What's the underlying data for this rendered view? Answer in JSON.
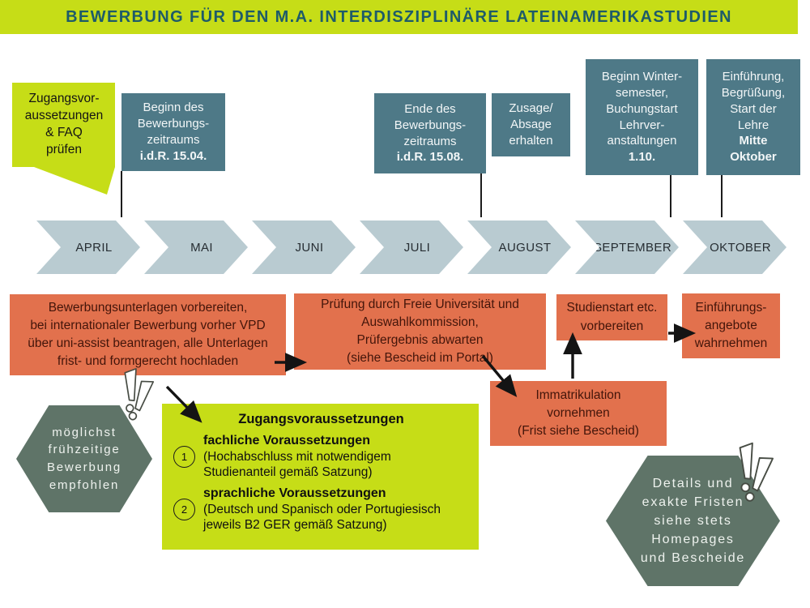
{
  "title": "BEWERBUNG FÜR DEN M.A. INTERDISZIPLINÄRE LATEINAMERIKASTUDIEN",
  "colors": {
    "chartreuse": "#c6dd17",
    "petrol": "#1e5b69",
    "teal": "#4e7987",
    "orange": "#e2714d",
    "orangetext": "#43150a",
    "chev": "#b9cbd1",
    "hexgreen": "#5f7468"
  },
  "speech_bubble": {
    "lines": [
      "Zugangsvor-",
      "aussetzungen",
      "& FAQ",
      "prüfen"
    ]
  },
  "milestones": [
    {
      "lines": [
        "Beginn des",
        "Bewerbungs-",
        "zeitraums"
      ],
      "bold_lines": [
        "i.d.R. 15.04."
      ]
    },
    {
      "lines": [
        "Ende des",
        "Bewerbungs-",
        "zeitraums"
      ],
      "bold_lines": [
        "i.d.R. 15.08."
      ]
    },
    {
      "lines": [
        "Zusage/",
        "Absage",
        "erhalten"
      ],
      "bold_lines": []
    },
    {
      "lines": [
        "Beginn Winter-",
        "semester,",
        "Buchungstart",
        "Lehrver-",
        "anstaltungen"
      ],
      "bold_lines": [
        "1.10."
      ]
    },
    {
      "lines": [
        "Einführung,",
        "Begrüßung,",
        "Start der",
        "Lehre"
      ],
      "bold_lines": [
        "Mitte",
        "Oktober"
      ]
    }
  ],
  "timeline": {
    "months": [
      "APRIL",
      "MAI",
      "JUNI",
      "JULI",
      "AUGUST",
      "SEPTEMBER",
      "OKTOBER"
    ]
  },
  "process": {
    "prepare": {
      "lines": [
        "Bewerbungsunterlagen vorbereiten,",
        "bei internationaler Bewerbung vorher VPD",
        "über uni-assist beantragen, alle Unterlagen",
        "frist- und formgerecht hochladen"
      ]
    },
    "review": {
      "lines": [
        "Prüfung durch Freie Universität und",
        "Auswahlkommission,",
        "Prüfergebnis abwarten",
        "(siehe Bescheid im Portal)"
      ]
    },
    "enroll": {
      "lines": [
        "Immatrikulation",
        "vornehmen",
        "(Frist siehe Bescheid)"
      ]
    },
    "prepare_start": {
      "lines": [
        "Studienstart etc.",
        "vorbereiten"
      ]
    },
    "orientation": {
      "lines": [
        "Einführungs-",
        "angebote",
        "wahrnehmen"
      ]
    }
  },
  "requirements": {
    "title": "Zugangsvoraussetzungen",
    "items": [
      {
        "num": "1",
        "heading": "fachliche Voraussetzungen",
        "detail_lines": [
          "(Hochabschluss mit notwendigem",
          "Studienanteil gemäß Satzung)"
        ]
      },
      {
        "num": "2",
        "heading": "sprachliche Voraussetzungen",
        "detail_lines": [
          "(Deutsch und Spanisch oder Portugiesisch",
          "jeweils B2 GER gemäß Satzung)"
        ]
      }
    ]
  },
  "notes": [
    {
      "lines": [
        "möglichst",
        "frühzeitige",
        "Bewerbung",
        "empfohlen"
      ]
    },
    {
      "lines": [
        "Details und",
        "exakte Fristen",
        "siehe stets",
        "Homepages",
        "und Bescheide"
      ]
    }
  ]
}
